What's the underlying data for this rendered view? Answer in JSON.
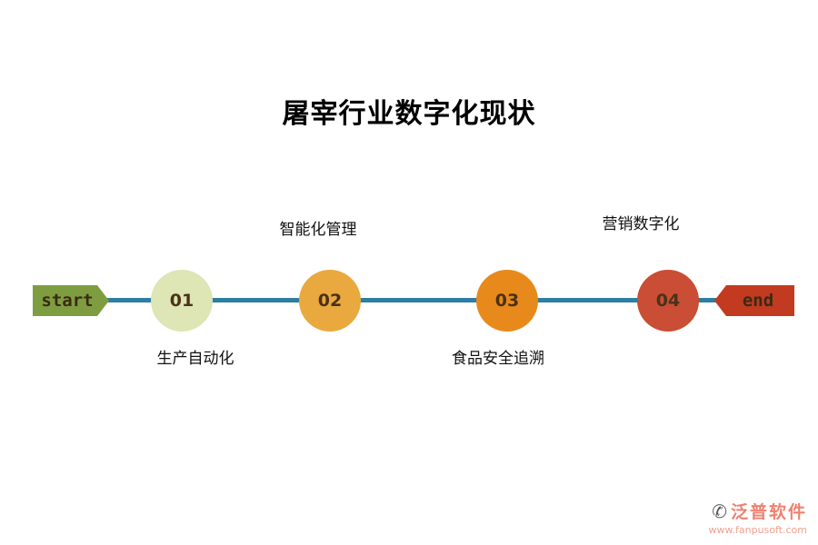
{
  "title": "屠宰行业数字化现状",
  "timeline": {
    "start_label": "start",
    "end_label": "end",
    "line_color": "#2e7ea3",
    "start_color": "#7e9d40",
    "end_color": "#c23a20",
    "nodes": [
      {
        "number": "01",
        "label": "生产自动化",
        "color": "#dde6b4",
        "label_position": "below"
      },
      {
        "number": "02",
        "label": "智能化管理",
        "color": "#e9a93e",
        "label_position": "above"
      },
      {
        "number": "03",
        "label": "食品安全追溯",
        "color": "#e8891c",
        "label_position": "below"
      },
      {
        "number": "04",
        "label": "营销数字化",
        "color": "#c94e35",
        "label_position": "above"
      }
    ]
  },
  "footer": {
    "brand": "泛普软件",
    "url": "www.fanpusoft.com",
    "phone_icon": "✆"
  }
}
